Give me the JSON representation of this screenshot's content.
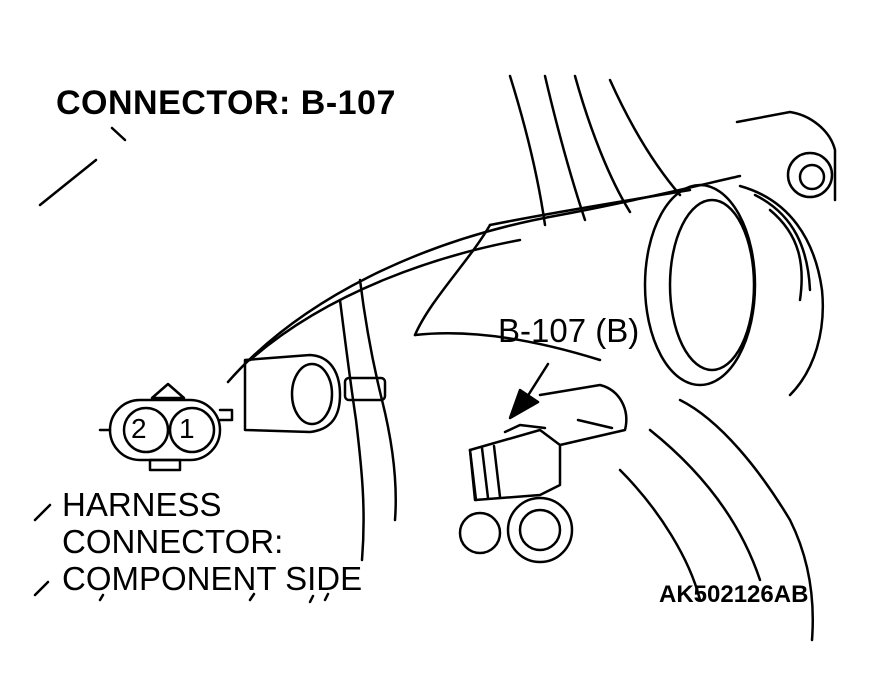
{
  "title": "CONNECTOR: B-107",
  "callout": "B-107 (B)",
  "harness_lines": [
    "HARNESS",
    "CONNECTOR:",
    "COMPONENT SIDE"
  ],
  "connector_pins": [
    "2",
    "1"
  ],
  "figure_code": "AK502126AB",
  "colors": {
    "line": "#000000",
    "background": "#ffffff"
  }
}
